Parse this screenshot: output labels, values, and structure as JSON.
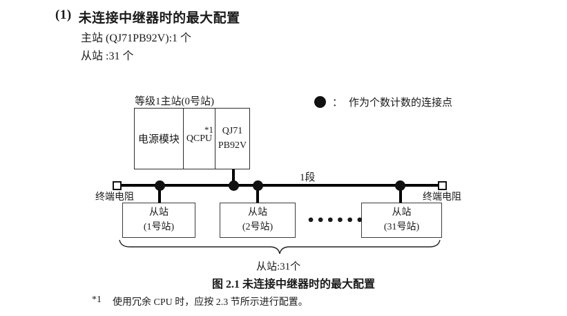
{
  "header": {
    "number": "(1)",
    "title": "未连接中继器时的最大配置",
    "master_spec": "主站 (QJ71PB92V):1 个",
    "slave_spec": "从站 :31 个"
  },
  "diagram": {
    "master_label": "等级1主站(0号站)",
    "master_modules": {
      "power": "电源模块",
      "cpu": "QCPU",
      "cpu_note": "*1",
      "pb_line1": "QJ71",
      "pb_line2": "PB92V"
    },
    "legend": {
      "symbol_icon": "filled-circle",
      "separator": "：",
      "text": "作为个数计数的连接点"
    },
    "segment_label": "1段",
    "terminator_left_label": "终端电阻",
    "terminator_right_label": "终端电阻",
    "slaves": [
      {
        "line1": "从站",
        "line2": "(1号站)"
      },
      {
        "line1": "从站",
        "line2": "(2号站)"
      },
      {
        "line1": "从站",
        "line2": "(31号站)"
      }
    ],
    "ellipsis": "••••••",
    "brace_label": "从站:31个"
  },
  "caption": "图 2.1 未连接中继器时的最大配置",
  "footnote": {
    "marker": "*1",
    "text": "使用冗余 CPU 时，应按 2.3 节所示进行配置。"
  },
  "colors": {
    "line": "#000000",
    "box_border": "#3a3a3a",
    "text": "#1a1a1a"
  }
}
